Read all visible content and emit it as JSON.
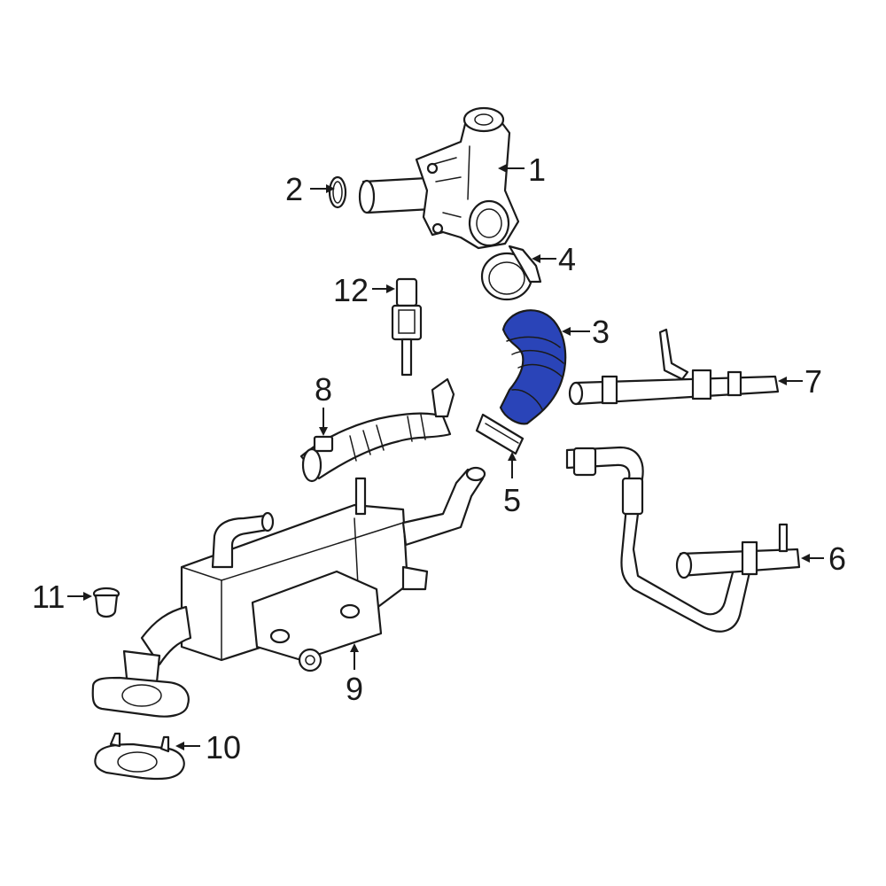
{
  "diagram": {
    "highlight_color": "#2a44b8",
    "highlighted_part": "3",
    "callouts": {
      "c1": "1",
      "c2": "2",
      "c3": "3",
      "c4": "4",
      "c5": "5",
      "c6": "6",
      "c7": "7",
      "c8": "8",
      "c9": "9",
      "c10": "10",
      "c11": "11",
      "c12": "12"
    }
  }
}
